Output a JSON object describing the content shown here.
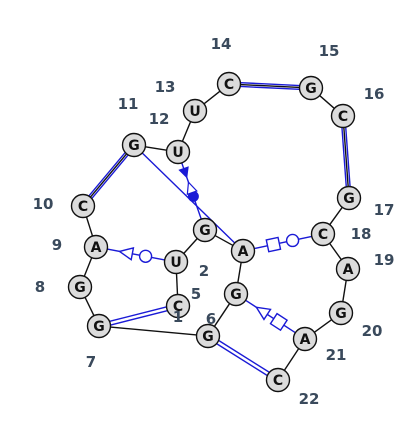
{
  "diagram": {
    "nucleotides": [
      {
        "id": "n1",
        "letter": "C",
        "number": "1"
      },
      {
        "id": "n2",
        "letter": "U",
        "number": "2"
      },
      {
        "id": "n3",
        "letter": "G",
        "number": ""
      },
      {
        "id": "n4",
        "letter": "A",
        "number": ""
      },
      {
        "id": "n5",
        "letter": "G",
        "number": "5"
      },
      {
        "id": "n6",
        "letter": "G",
        "number": "6"
      },
      {
        "id": "n7",
        "letter": "G",
        "number": "7"
      },
      {
        "id": "n8",
        "letter": "G",
        "number": "8"
      },
      {
        "id": "n9",
        "letter": "A",
        "number": "9"
      },
      {
        "id": "n10",
        "letter": "C",
        "number": "10"
      },
      {
        "id": "n11",
        "letter": "G",
        "number": "11"
      },
      {
        "id": "n12",
        "letter": "U",
        "number": "12"
      },
      {
        "id": "n13",
        "letter": "U",
        "number": "13"
      },
      {
        "id": "n14",
        "letter": "C",
        "number": "14"
      },
      {
        "id": "n15",
        "letter": "G",
        "number": "15"
      },
      {
        "id": "n16",
        "letter": "C",
        "number": "16"
      },
      {
        "id": "n17",
        "letter": "G",
        "number": "17"
      },
      {
        "id": "n18",
        "letter": "C",
        "number": "18"
      },
      {
        "id": "n19",
        "letter": "A",
        "number": "19"
      },
      {
        "id": "n20",
        "letter": "G",
        "number": "20"
      },
      {
        "id": "n21",
        "letter": "A",
        "number": "21"
      },
      {
        "id": "n22",
        "letter": "C",
        "number": "22"
      }
    ],
    "colors": {
      "backbone": "#111111",
      "pair": "#1a1ad6",
      "node_fill": "#dcdcdc",
      "label": "#3a4a5c"
    }
  }
}
